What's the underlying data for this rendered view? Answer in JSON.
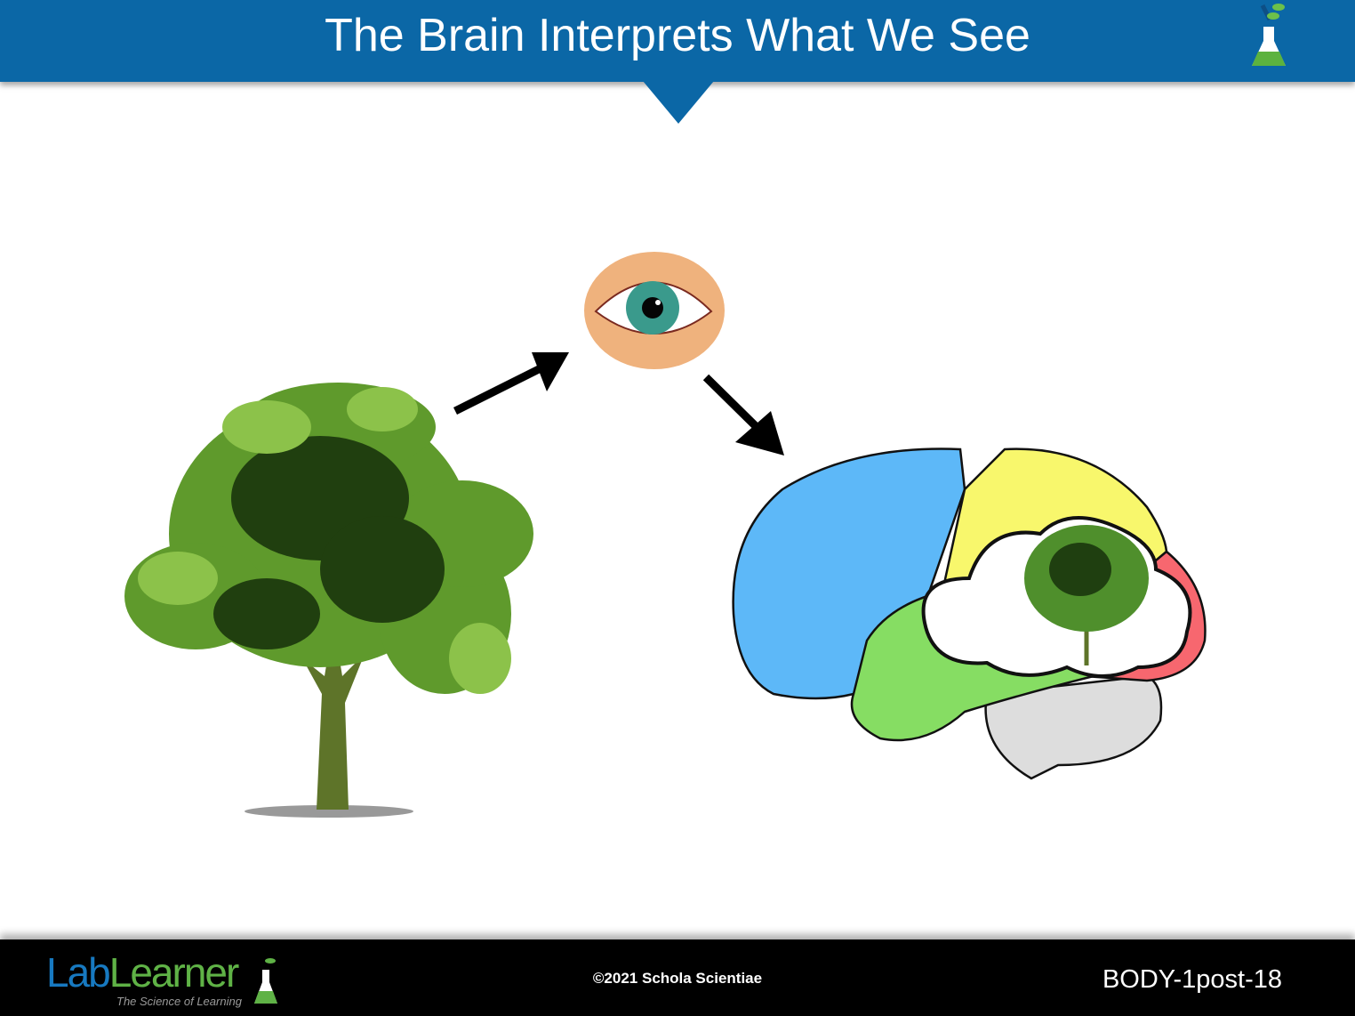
{
  "header": {
    "title": "The Brain Interprets What We See",
    "brand_color": "#0b67a6"
  },
  "diagram": {
    "nodes": [
      "tree",
      "eye",
      "brain"
    ],
    "arrows": [
      {
        "from": "tree",
        "to": "eye"
      },
      {
        "from": "eye",
        "to": "brain"
      }
    ],
    "brain_lobe_colors": {
      "frontal": "#5db8f8",
      "parietal": "#f8f76c",
      "occipital": "#f7676f",
      "temporal": "#86dd63",
      "cerebellum": "#dddddd"
    }
  },
  "footer": {
    "logo_lab": "Lab",
    "logo_learner": "Learner",
    "tagline": "The Science of Learning",
    "copyright": "©2021 Schola Scientiae",
    "slide_code": "BODY-1post-18"
  }
}
